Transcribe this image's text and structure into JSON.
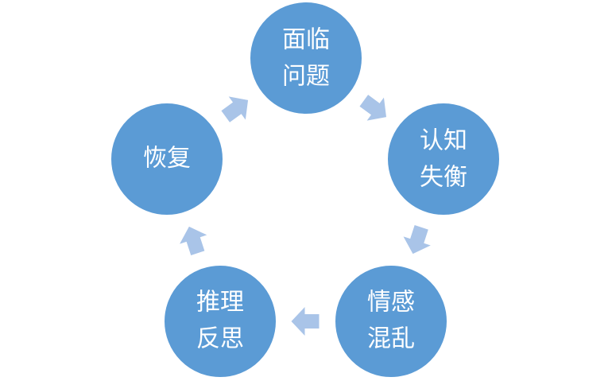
{
  "diagram": {
    "colors": {
      "node_fill": "#5b9bd5",
      "node_stroke": "#ffffff",
      "arrow_fill": "#a9c4e8",
      "label": "#ffffff",
      "background": "#ffffff"
    },
    "nodes": [
      {
        "id": "face-problem",
        "line1": "面临",
        "line2": "问题"
      },
      {
        "id": "cognitive-imbalance",
        "line1": "认知",
        "line2": "失衡"
      },
      {
        "id": "emotional-chaos",
        "line1": "情感",
        "line2": "混乱"
      },
      {
        "id": "reasoning-reflection",
        "line1": "推理",
        "line2": "反思"
      },
      {
        "id": "recovery",
        "line1": "恢复",
        "line2": ""
      }
    ],
    "arrows": [
      {
        "from": "face-problem",
        "to": "cognitive-imbalance"
      },
      {
        "from": "cognitive-imbalance",
        "to": "emotional-chaos"
      },
      {
        "from": "emotional-chaos",
        "to": "reasoning-reflection"
      },
      {
        "from": "reasoning-reflection",
        "to": "recovery"
      },
      {
        "from": "recovery",
        "to": "face-problem"
      }
    ]
  }
}
